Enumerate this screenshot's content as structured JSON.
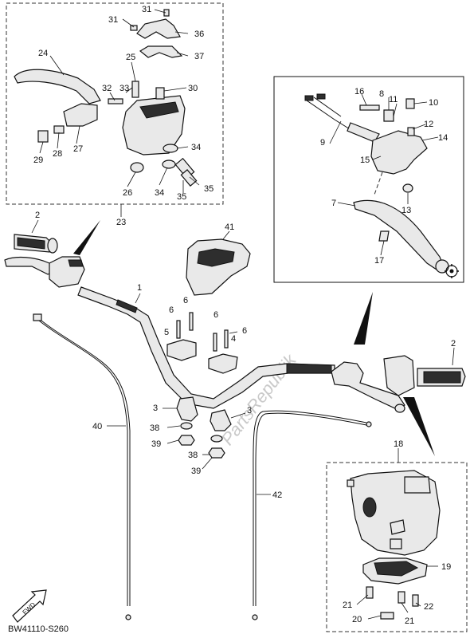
{
  "labels": {
    "l1": "1",
    "l2a": "2",
    "l2b": "2",
    "l3a": "3",
    "l3b": "3",
    "l4": "4",
    "l5": "5",
    "l6a": "6",
    "l6b": "6",
    "l6c": "6",
    "l6d": "6",
    "l7": "7",
    "l8": "8",
    "l9": "9",
    "l10": "10",
    "l11": "11",
    "l12": "12",
    "l13": "13",
    "l14": "14",
    "l15": "15",
    "l16": "16",
    "l17": "17",
    "l18": "18",
    "l19": "19",
    "l20": "20",
    "l21a": "21",
    "l21b": "21",
    "l22": "22",
    "l23": "23",
    "l24": "24",
    "l25": "25",
    "l26": "26",
    "l27": "27",
    "l28": "28",
    "l29": "29",
    "l30": "30",
    "l31a": "31",
    "l31b": "31",
    "l32": "32",
    "l33": "33",
    "l34a": "34",
    "l34b": "34",
    "l35": "35",
    "l36": "36",
    "l37": "37",
    "l38a": "38",
    "l38b": "38",
    "l39a": "39",
    "l39b": "39",
    "l40": "40",
    "l41": "41",
    "l42": "42"
  },
  "diagram_code": "BW41110-S260",
  "fwd_text": "FWD",
  "watermark": "PartsRepublik",
  "icons": {
    "fwd": "fwd-arrow-icon",
    "gear": "gear-icon"
  }
}
